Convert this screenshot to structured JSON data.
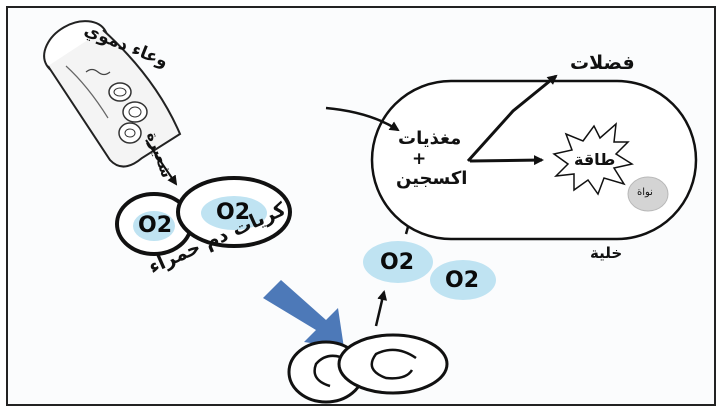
{
  "labels": {
    "blood_vessel": "وعاء دموي",
    "capillary_word": "شعيرة",
    "red_blood_cells": "كريات دم حمراء",
    "wastes": "فضلات",
    "nutrients": "مغذيات",
    "plus": "+",
    "oxygen": "اكسجين",
    "energy": "طاقة",
    "nucleus": "نواة",
    "cell": "خلية"
  },
  "o2": {
    "symbol": "O2",
    "bubble_color": "#bfe3f2"
  },
  "colors": {
    "line": "#111111",
    "big_arrow": "#4d79b8",
    "nucleus_fill": "#d4d4d4"
  }
}
